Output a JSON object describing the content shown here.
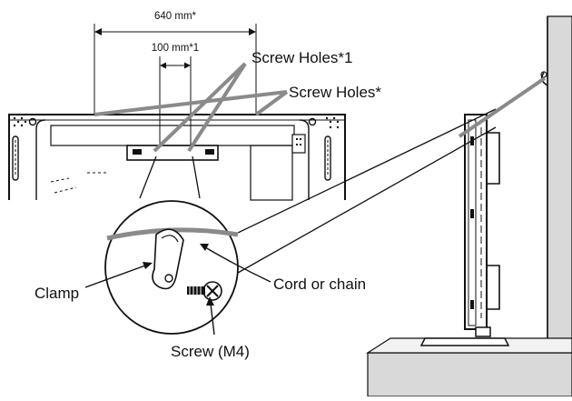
{
  "dimensions": {
    "outer": "640 mm*",
    "inner": "100 mm*1"
  },
  "callouts": {
    "screw_holes_1": "Screw Holes*1",
    "screw_holes": "Screw Holes*",
    "clamp": "Clamp",
    "cord": "Cord or chain",
    "screw": "Screw (M4)"
  },
  "colors": {
    "ink": "#111111",
    "cord_gray": "#8a8a8a",
    "wall_gray": "#d9d9d9"
  }
}
